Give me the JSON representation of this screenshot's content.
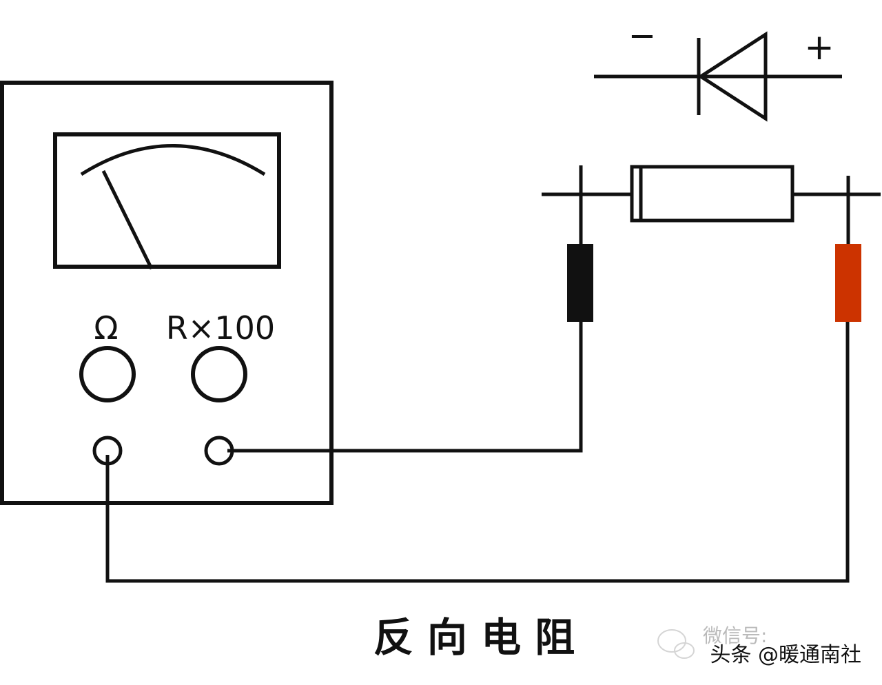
{
  "diode_symbol": {
    "minus_label": "−",
    "plus_label": "+"
  },
  "meter": {
    "ohm_label": "Ω",
    "range_label": "R×100"
  },
  "caption": "反 向 电 阻",
  "watermark": {
    "wechat_text": "微信号:",
    "toutiao_text": "头条 @暖通南社"
  },
  "colors": {
    "line": "#111111",
    "black_probe": "#111111",
    "red_probe": "#cc3300"
  }
}
